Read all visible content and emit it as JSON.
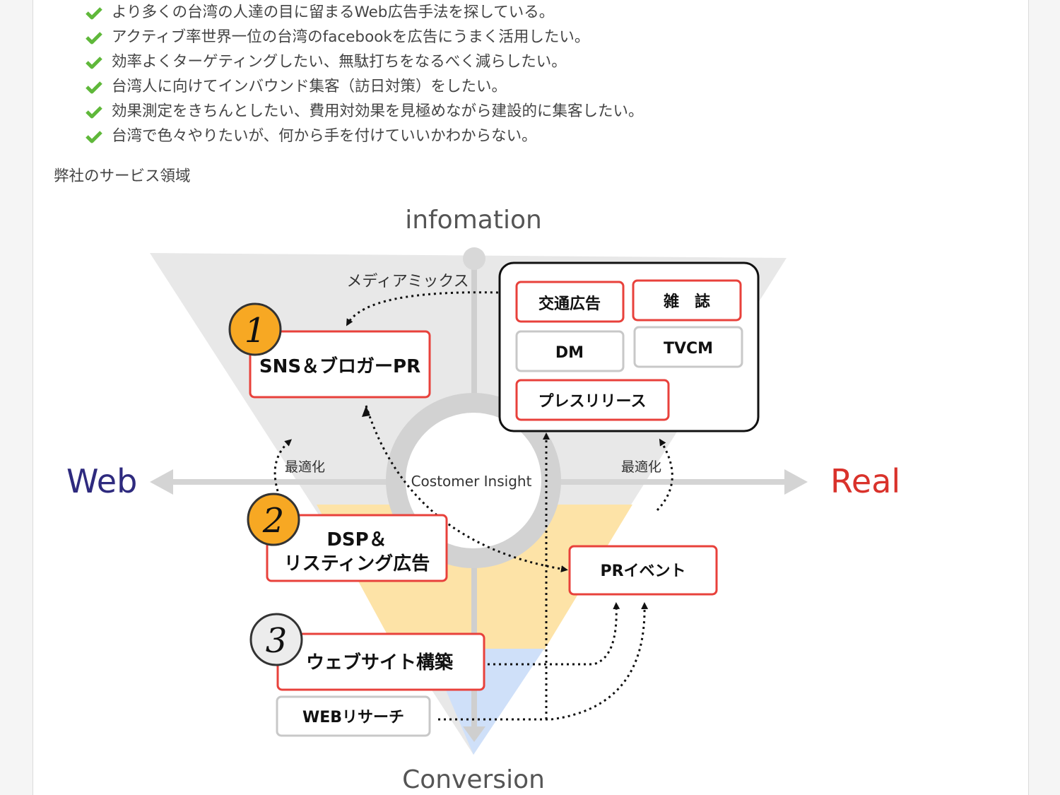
{
  "checklist": [
    "より多くの台湾の人達の目に留まるWeb広告手法を探している。",
    "アクティブ率世界一位の台湾のfacebookを広告にうまく活用したい。",
    "効率よくターゲティングしたい、無駄打ちをなるべく減らしたい。",
    "台湾人に向けてインバウンド集客（訪日対策）をしたい。",
    "効果測定をきちんとしたい、費用対効果を見極めながら建設的に集客したい。",
    "台湾で色々やりたいが、何から手を付けていいかわからない。"
  ],
  "section_title": "弊社のサービス領域",
  "diagram": {
    "top_label": "infomation",
    "bottom_label": "Conversion",
    "left_label": "Web",
    "right_label": "Real",
    "center_label": "Costomer Insight",
    "media_mix_label": "メディアミックス",
    "optimize_left": "最適化",
    "optimize_right": "最適化",
    "steps": [
      {
        "number": "1",
        "label": "SNS＆ブロガーPR"
      },
      {
        "number": "2",
        "label_line1": "DSP＆",
        "label_line2": "リスティング広告"
      },
      {
        "number": "3",
        "label": "ウェブサイト構築"
      }
    ],
    "web_research": "WEBリサーチ",
    "pr_event": "PRイベント",
    "media": {
      "traffic_ad": "交通広告",
      "magazine": "雑　誌",
      "dm": "DM",
      "tvcm": "TVCM",
      "press_release": "プレスリリース"
    },
    "colors": {
      "web": "#2e2a7e",
      "real": "#d9322b",
      "box_border": "#e8413b",
      "badge_orange": "#f7a823",
      "funnel_gray": "#e8e8e8",
      "funnel_yellow": "#fde3a7",
      "funnel_blue": "#cfe0f9"
    }
  }
}
